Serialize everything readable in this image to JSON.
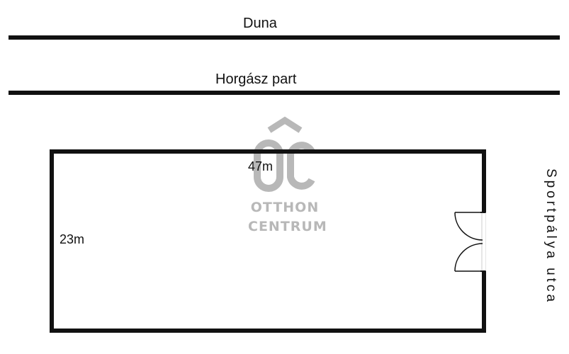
{
  "river": {
    "label": "Duna"
  },
  "bank": {
    "label": "Horgász part"
  },
  "street": {
    "label": "Sportpálya utca"
  },
  "plot": {
    "width_label": "47m",
    "depth_label": "23m"
  },
  "watermark": {
    "line1": "OTTHON",
    "line2": "CENTRUM"
  },
  "colors": {
    "ink": "#111111",
    "watermark": "#b8b8b8",
    "background": "#ffffff"
  }
}
